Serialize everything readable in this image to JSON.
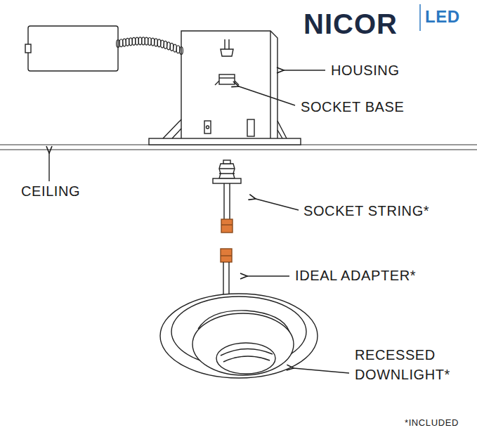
{
  "diagram": {
    "labels": [
      "NICOR",
      "LED",
      "HOUSING",
      "SOCKET BASE",
      "CEILING",
      "SOCKET STRING*",
      "IDEAL ADAPTER*",
      "RECESSED DOWNLIGHT*",
      "*INCLUDED"
    ]
  }
}
